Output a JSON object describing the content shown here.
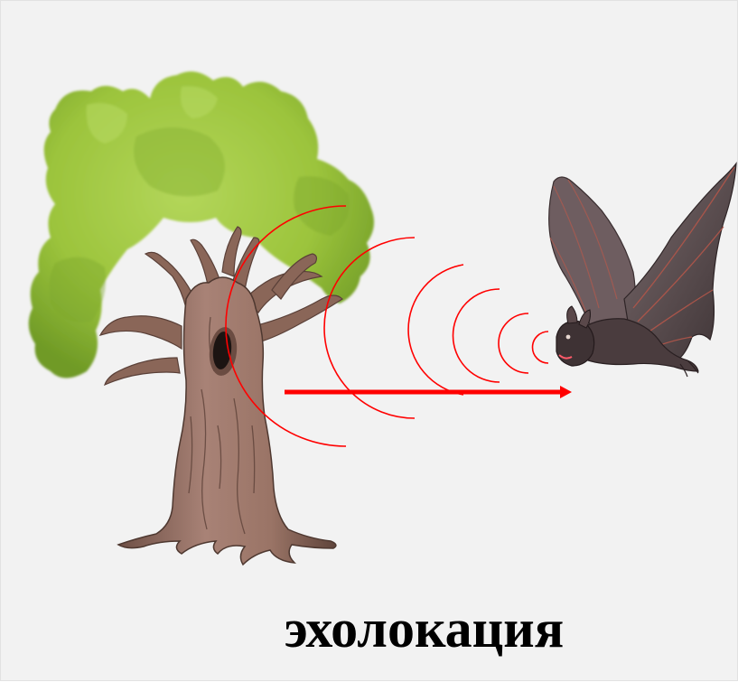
{
  "caption": "эхолокация",
  "colors": {
    "background": "#f2f2f2",
    "foliage": "#9cc43c",
    "foliage_dark": "#6f9a26",
    "trunk": "#9a7466",
    "trunk_dark": "#5a4038",
    "wave": "#ff0000",
    "arrow": "#ff0000",
    "bat_wing": "#5e4e52",
    "bat_body": "#3e3234"
  },
  "icons": {
    "tree": "tree-icon",
    "bat": "bat-icon",
    "sound_waves": "sound-wave-arcs",
    "arrow": "arrow-right"
  }
}
